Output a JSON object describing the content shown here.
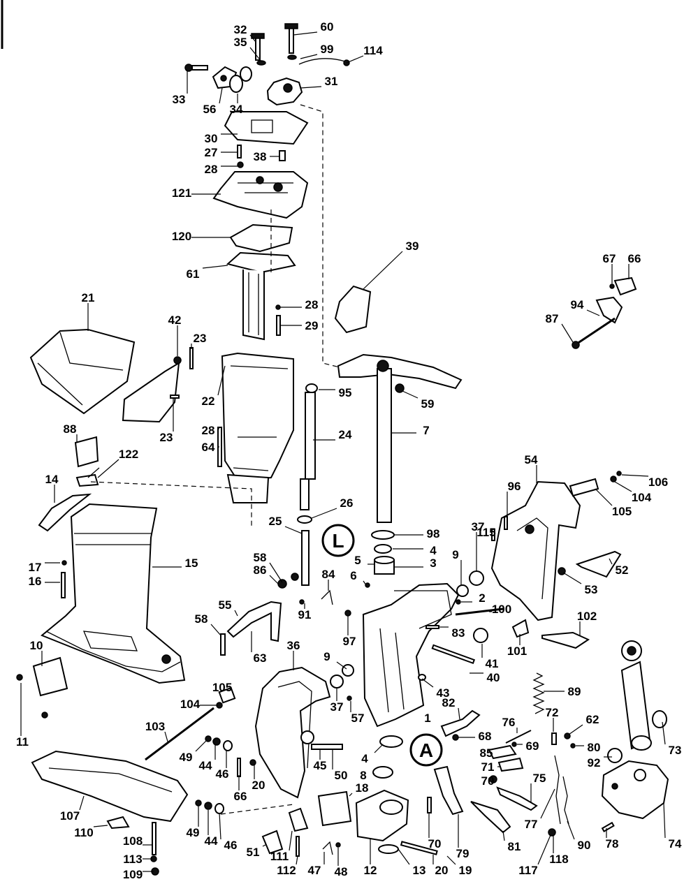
{
  "callouts": [
    "1",
    "2",
    "3",
    "4",
    "5",
    "6",
    "7",
    "8",
    "9",
    "10",
    "11",
    "12",
    "13",
    "14",
    "15",
    "16",
    "17",
    "18",
    "19",
    "20",
    "21",
    "22",
    "23",
    "24",
    "25",
    "26",
    "27",
    "28",
    "29",
    "30",
    "31",
    "32",
    "33",
    "34",
    "35",
    "36",
    "37",
    "38",
    "39",
    "40",
    "41",
    "42",
    "43",
    "44",
    "45",
    "46",
    "47",
    "48",
    "49",
    "50",
    "51",
    "52",
    "53",
    "54",
    "55",
    "56",
    "57",
    "58",
    "59",
    "60",
    "61",
    "62",
    "63",
    "64",
    "66",
    "67",
    "68",
    "69",
    "70",
    "71",
    "72",
    "73",
    "74",
    "75",
    "76",
    "77",
    "78",
    "79",
    "80",
    "81",
    "82",
    "83",
    "84",
    "85",
    "86",
    "87",
    "88",
    "89",
    "90",
    "91",
    "92",
    "93",
    "94",
    "95",
    "96",
    "97",
    "98",
    "99",
    "100",
    "101",
    "102",
    "103",
    "104",
    "105",
    "106",
    "107",
    "108",
    "109",
    "110",
    "111",
    "112",
    "113",
    "114",
    "115",
    "117",
    "118",
    "120",
    "121",
    "122"
  ],
  "badges": {
    "upper": "L",
    "lower": "A"
  }
}
